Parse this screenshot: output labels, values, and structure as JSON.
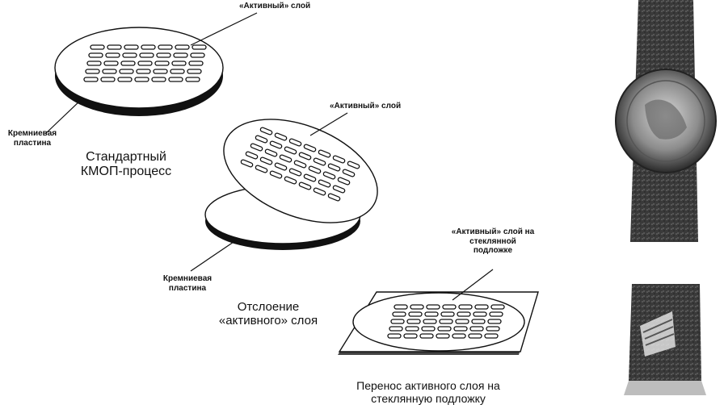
{
  "labels": {
    "active_layer_1": "«Активный» слой",
    "si_wafer_1_line1": "Кремниевая",
    "si_wafer_1_line2": "пластина",
    "step1_line1": "Стандартный",
    "step1_line2": "КМОП-процесс",
    "active_layer_2": "«Активный» слой",
    "si_wafer_2_line1": "Кремниевая",
    "si_wafer_2_line2": "пластина",
    "step2_line1": "Отслоение",
    "step2_line2": "«активного» слоя",
    "active_glass_line1": "«Активный» слой на",
    "active_glass_line2": "стеклянной",
    "active_glass_line3": "подложке",
    "step3_line1": "Перенос активного слоя на",
    "step3_line2": "стеклянную подложку"
  }
}
